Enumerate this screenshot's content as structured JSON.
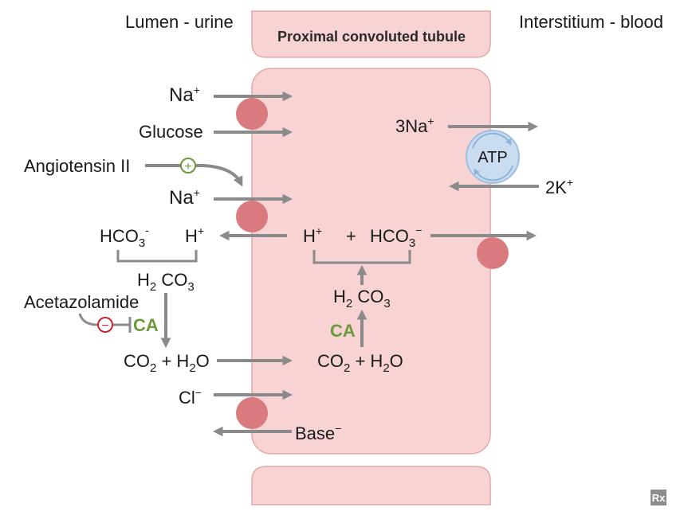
{
  "header": {
    "lumen": "Lumen - urine",
    "tubule": "Proximal convoluted tubule",
    "interstitium": "Interstitium - blood"
  },
  "labels": {
    "na1": "Na",
    "na1_sup": "+",
    "glucose": "Glucose",
    "angiotensin": "Angiotensin II",
    "na2": "Na",
    "na2_sup": "+",
    "hco3_left": "HCO",
    "hco3_left_sub": "3",
    "hco3_left_sup": "-",
    "h_left": "H",
    "h_left_sup": "+",
    "h2co3_left_a": "H",
    "h2co3_left_sub": "2",
    "h2co3_left_b": " CO",
    "h2co3_left_sub2": "3",
    "acetazolamide": "Acetazolamide",
    "ca_left": "CA",
    "co2_left": "CO",
    "co2_left_sub": "2",
    "co2_left_b": " + H",
    "co2_left_sub2": "2",
    "co2_left_c": "O",
    "cl": "Cl",
    "cl_sup": "−",
    "base": "Base",
    "base_sup": "−",
    "na3": "3Na",
    "na3_sup": "+",
    "atp": "ATP",
    "k": "2K",
    "k_sup": "+",
    "h_cell": "H",
    "h_cell_sup": "+",
    "plus_cell": "+",
    "hco3_cell": "HCO",
    "hco3_cell_sub": "3",
    "hco3_cell_sup": "−",
    "h2co3_cell_a": "H",
    "h2co3_cell_sub": "2",
    "h2co3_cell_b": " CO",
    "h2co3_cell_sub2": "3",
    "ca_cell": "CA",
    "co2_cell": "CO",
    "co2_cell_sub": "2",
    "co2_cell_b": " + H",
    "co2_cell_sub2": "2",
    "co2_cell_c": "O",
    "stimulate_symbol": "+",
    "inhibit_symbol": "−"
  },
  "logo": {
    "text": "Rx"
  },
  "colors": {
    "cell_fill": "#f7d3d4",
    "cell_stroke": "#e4a8aa",
    "transporter": "#d97a7e",
    "arrow": "#8a8a8a",
    "green": "#6a9a3c",
    "red": "#c0272d",
    "atp_fill": "#c9dcf0"
  }
}
